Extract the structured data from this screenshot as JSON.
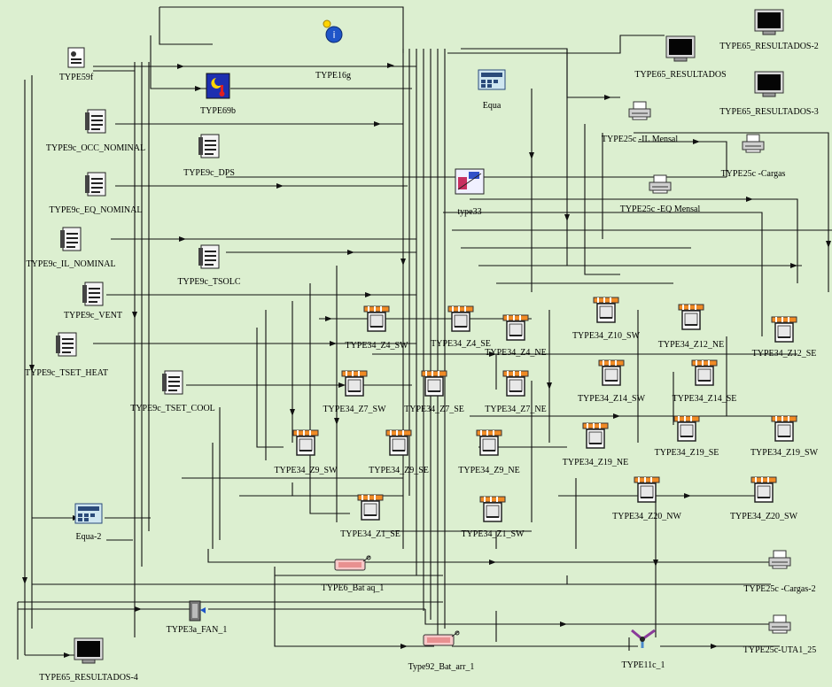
{
  "components": [
    {
      "id": "type9f",
      "label": "TYPE59f",
      "icon": "reader-icon"
    },
    {
      "id": "type69b",
      "label": "TYPE69b",
      "icon": "sky-temperature-icon"
    },
    {
      "id": "type16g",
      "label": "TYPE16g",
      "icon": "radiation-processor-icon"
    },
    {
      "id": "equa",
      "label": "Equa",
      "icon": "equation-icon"
    },
    {
      "id": "type33",
      "label": "type33",
      "icon": "psychrometrics-icon"
    },
    {
      "id": "res2",
      "label": "TYPE65_RESULTADOS-2",
      "icon": "monitor-icon"
    },
    {
      "id": "res1",
      "label": "TYPE65_RESULTADOS",
      "icon": "monitor-icon"
    },
    {
      "id": "res3",
      "label": "TYPE65_RESULTADOS-3",
      "icon": "monitor-icon"
    },
    {
      "id": "res4",
      "label": "TYPE65_RESULTADOS-4",
      "icon": "monitor-icon"
    },
    {
      "id": "p_il",
      "label": "TYPE25c -IL Mensal",
      "icon": "printer-icon"
    },
    {
      "id": "p_cargas",
      "label": "TYPE25c -Cargas",
      "icon": "printer-icon"
    },
    {
      "id": "p_eq",
      "label": "TYPE25c -EQ Mensal",
      "icon": "printer-icon"
    },
    {
      "id": "p_cargas2",
      "label": "TYPE25c -Cargas-2",
      "icon": "printer-icon"
    },
    {
      "id": "p_uta",
      "label": "TYPE25c-UTA1_25",
      "icon": "printer-icon"
    },
    {
      "id": "occ",
      "label": "TYPE9c_OCC_NOMINAL",
      "icon": "data-reader-icon"
    },
    {
      "id": "dps",
      "label": "TYPE9c_DPS",
      "icon": "data-reader-icon"
    },
    {
      "id": "eq",
      "label": "TYPE9c_EQ_NOMINAL",
      "icon": "data-reader-icon"
    },
    {
      "id": "il",
      "label": "TYPE9c_IL_NOMINAL",
      "icon": "data-reader-icon"
    },
    {
      "id": "tsolc",
      "label": "TYPE9c_TSOLC",
      "icon": "data-reader-icon"
    },
    {
      "id": "vent",
      "label": "TYPE9c_VENT",
      "icon": "data-reader-icon"
    },
    {
      "id": "heat",
      "label": "TYPE9c_TSET_HEAT",
      "icon": "data-reader-icon"
    },
    {
      "id": "cool",
      "label": "TYPE9c_TSET_COOL",
      "icon": "data-reader-icon"
    },
    {
      "id": "equa2",
      "label": "Equa-2",
      "icon": "equation-icon"
    },
    {
      "id": "fan",
      "label": "TYPE3a_FAN_1",
      "icon": "fan-icon"
    },
    {
      "id": "bat",
      "label": "TYPE6_Bat aq_1",
      "icon": "heater-icon"
    },
    {
      "id": "batarr",
      "label": "Type92_Bat_arr_1",
      "icon": "heater-icon"
    },
    {
      "id": "t11",
      "label": "TYPE11c_1",
      "icon": "diverter-icon"
    },
    {
      "id": "z4sw",
      "label": "TYPE34_Z4_SW",
      "icon": "window-overhang-icon"
    },
    {
      "id": "z4se",
      "label": "TYPE34_Z4_SE",
      "icon": "window-overhang-icon"
    },
    {
      "id": "z4ne",
      "label": "TYPE34_Z4_NE",
      "icon": "window-overhang-icon"
    },
    {
      "id": "z10sw",
      "label": "TYPE34_Z10_SW",
      "icon": "window-overhang-icon"
    },
    {
      "id": "z12ne",
      "label": "TYPE34_Z12_NE",
      "icon": "window-overhang-icon"
    },
    {
      "id": "z12se",
      "label": "TYPE34_Z12_SE",
      "icon": "window-overhang-icon"
    },
    {
      "id": "z7sw",
      "label": "TYPE34_Z7_SW",
      "icon": "window-overhang-icon"
    },
    {
      "id": "z7se",
      "label": "TYPE34_Z7_SE",
      "icon": "window-overhang-icon"
    },
    {
      "id": "z7ne",
      "label": "TYPE34_Z7_NE",
      "icon": "window-overhang-icon"
    },
    {
      "id": "z14sw",
      "label": "TYPE34_Z14_SW",
      "icon": "window-overhang-icon"
    },
    {
      "id": "z14se",
      "label": "TYPE34_Z14_SE",
      "icon": "window-overhang-icon"
    },
    {
      "id": "z9sw",
      "label": "TYPE34_Z9_SW",
      "icon": "window-overhang-icon"
    },
    {
      "id": "z9se",
      "label": "TYPE34_Z9_SE",
      "icon": "window-overhang-icon"
    },
    {
      "id": "z9ne",
      "label": "TYPE34_Z9_NE",
      "icon": "window-overhang-icon"
    },
    {
      "id": "z19ne",
      "label": "TYPE34_Z19_NE",
      "icon": "window-overhang-icon"
    },
    {
      "id": "z19se",
      "label": "TYPE34_Z19_SE",
      "icon": "window-overhang-icon"
    },
    {
      "id": "z19sw",
      "label": "TYPE34_Z19_SW",
      "icon": "window-overhang-icon"
    },
    {
      "id": "z1se",
      "label": "TYPE34_Z1_SE",
      "icon": "window-overhang-icon"
    },
    {
      "id": "z1sw",
      "label": "TYPE34_Z1_SW",
      "icon": "window-overhang-icon"
    },
    {
      "id": "z20nw",
      "label": "TYPE34_Z20_NW",
      "icon": "window-overhang-icon"
    },
    {
      "id": "z20sw",
      "label": "TYPE34_Z20_SW",
      "icon": "window-overhang-icon"
    }
  ]
}
